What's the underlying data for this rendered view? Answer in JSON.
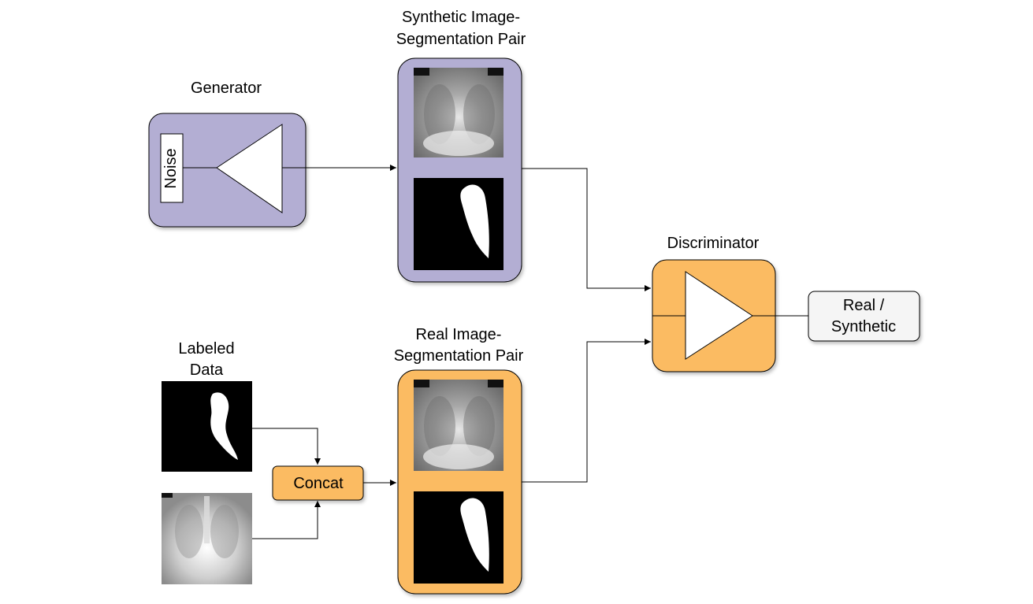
{
  "generator": {
    "title": "Generator",
    "noise_label": "Noise"
  },
  "synthetic_pair": {
    "title_line1": "Synthetic Image-",
    "title_line2": "Segmentation Pair"
  },
  "discriminator": {
    "title": "Discriminator"
  },
  "output": {
    "line1": "Real /",
    "line2": "Synthetic"
  },
  "labeled_data": {
    "title_line1": "Labeled",
    "title_line2": "Data"
  },
  "concat": {
    "label": "Concat"
  },
  "real_pair": {
    "title_line1": "Real Image-",
    "title_line2": "Segmentation Pair"
  },
  "colors": {
    "generator_fill": "#b3aed3",
    "real_fill": "#fbbb62",
    "output_fill": "#f5f5f5",
    "stroke": "#000000"
  }
}
